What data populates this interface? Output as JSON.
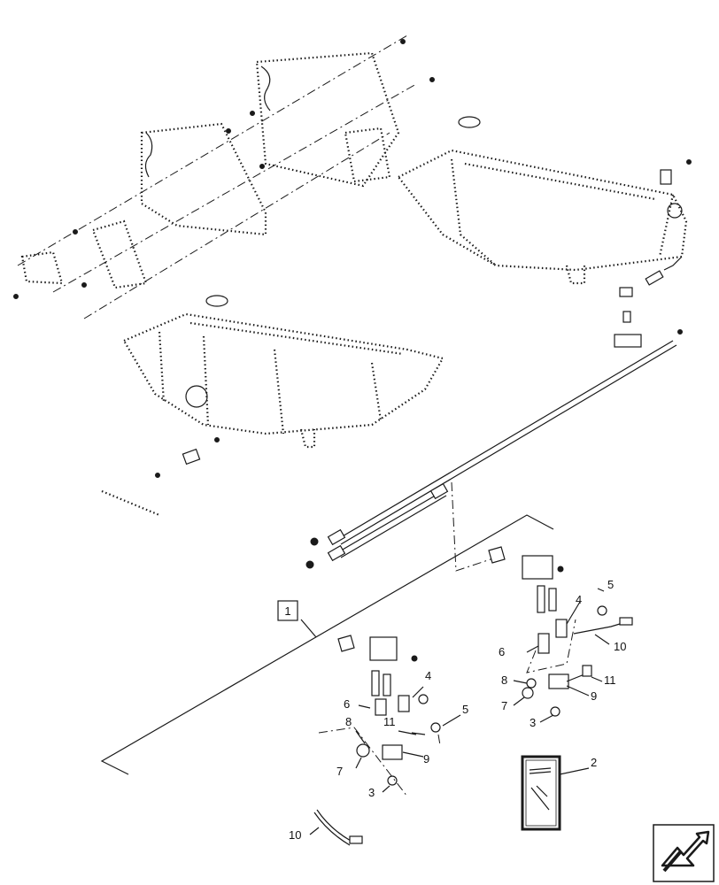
{
  "callouts": {
    "ref_box": "1",
    "right": {
      "c5": "5",
      "c4": "4",
      "c6": "6",
      "c10": "10",
      "c8": "8",
      "c11": "11",
      "c7": "7",
      "c9": "9",
      "c3": "3"
    },
    "left": {
      "c4": "4",
      "c6": "6",
      "c5": "5",
      "c8": "8",
      "c11": "11",
      "c7": "7",
      "c9": "9",
      "c3": "3",
      "c10": "10"
    },
    "decal": "2"
  },
  "icons": {
    "nav": "next-page-arrow-icon"
  }
}
